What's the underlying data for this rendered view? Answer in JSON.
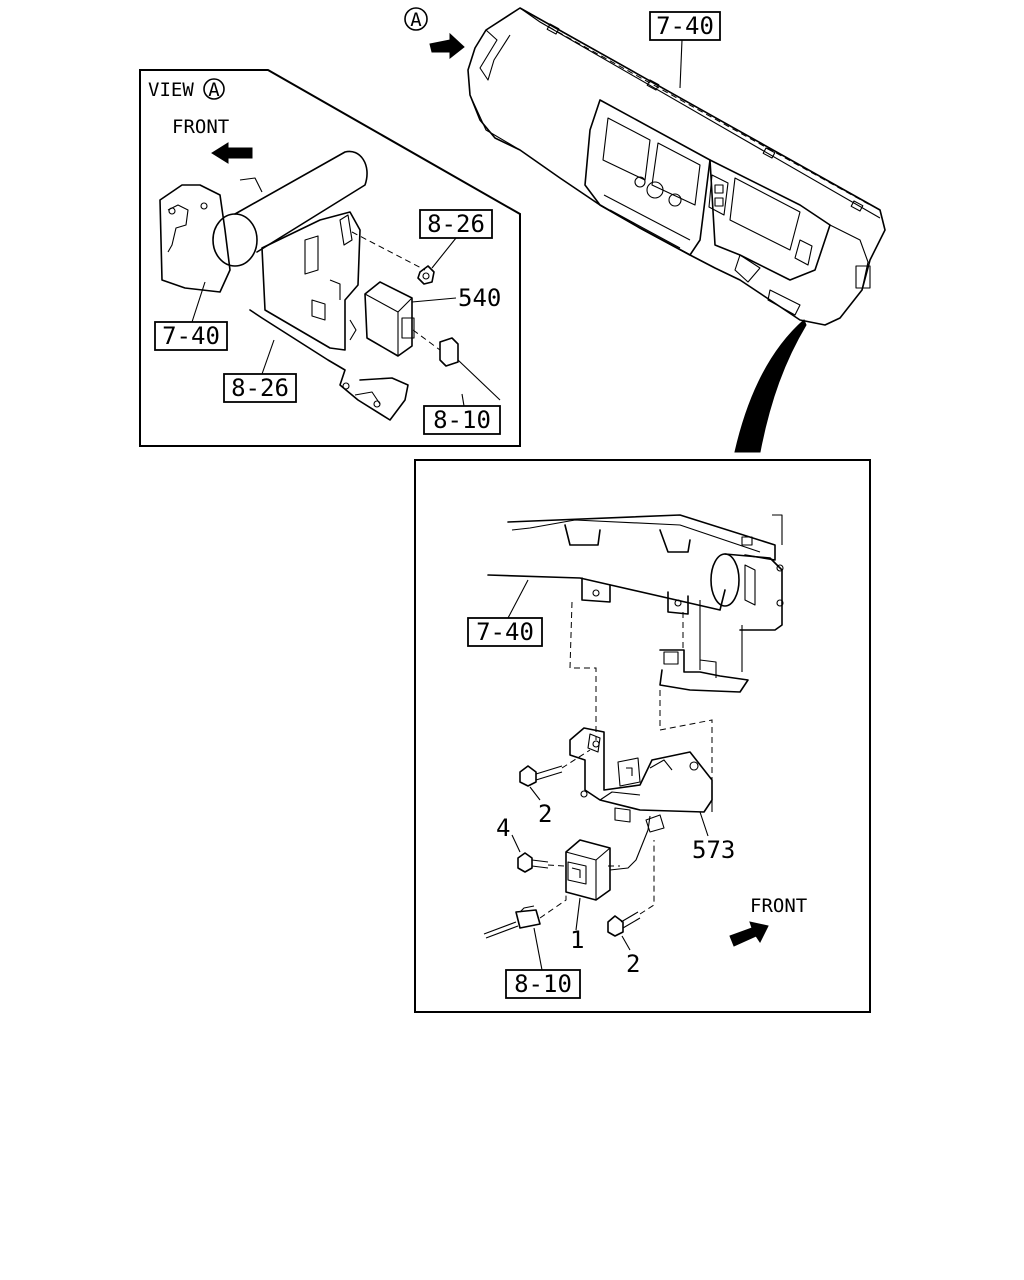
{
  "top": {
    "view_marker": "A",
    "ref_dashboard": "7-40"
  },
  "view_a": {
    "title": "VIEW",
    "marker": "A",
    "front_label": "FRONT",
    "ref_pad": "7-40",
    "ref_bracket": "8-26",
    "ref_nut": "8-26",
    "part_relay": "540",
    "ref_harness": "8-10"
  },
  "detail": {
    "ref_dashboard": "7-40",
    "part_bolt_upper": "2",
    "part_screw": "4",
    "part_bracket": "573",
    "part_unit": "1",
    "part_bolt_lower": "2",
    "ref_harness": "8-10",
    "front_label": "FRONT"
  }
}
